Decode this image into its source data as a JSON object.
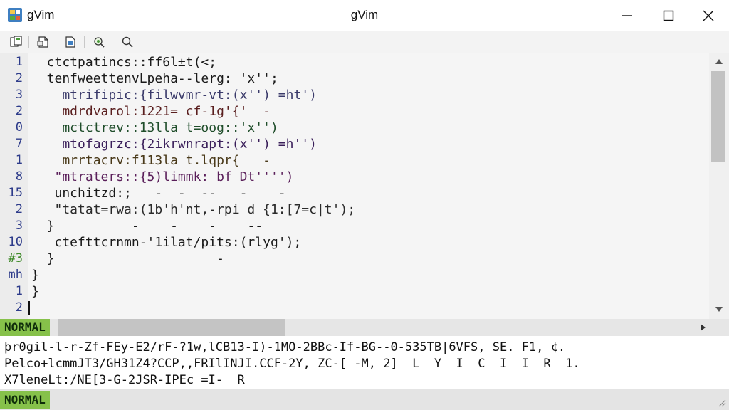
{
  "titlebar": {
    "app_name": "gVim",
    "title": "gVim",
    "icons": [
      "gvim-logo-icon",
      "minimize-icon",
      "maximize-icon",
      "close-icon"
    ]
  },
  "toolbar": {
    "icons": [
      "new-window-icon",
      "open-file-icon",
      "save-file-icon",
      "find-icon",
      "search-icon"
    ]
  },
  "editor": {
    "lines": [
      {
        "num": "1",
        "text": "  ctctpatincs::ff6l±t(<;",
        "color": "#1a1a1a"
      },
      {
        "num": "2",
        "text": "  tenfweettenvLpeha--lerg: 'x'';",
        "color": "#1a1a1a"
      },
      {
        "num": "3",
        "text": "    mtrifipic:{filwvmr-vt:(x'') =ht')",
        "color": "#3a3a6a"
      },
      {
        "num": "2",
        "text": "    mdrdvarol:1221= cf-1g'{'  -",
        "color": "#5a1f1f"
      },
      {
        "num": "0",
        "text": "    mctctrev::13lla t=oog::'x'')",
        "color": "#1f4d2a"
      },
      {
        "num": "7",
        "text": "    mtofagrzc:{2ikrwnrapt:(x'') =h'')",
        "color": "#3a1f5a"
      },
      {
        "num": "1",
        "text": "    mrrtacrv:f113la t.lqpr{   -",
        "color": "#4a3a1a"
      },
      {
        "num": "8",
        "text": "   \"mtraters::{5)limmk: bf Dt'''')",
        "color": "#5a1f5a"
      },
      {
        "num": "15",
        "text": "   unchitzd:;   -  -  --   -    -",
        "color": "#1a1a1a"
      },
      {
        "num": "2",
        "text": "   \"tatat=rwa:(1b'h'nt,-rpi d {1:[7=c|t');",
        "color": "#2a2a2a"
      },
      {
        "num": "3",
        "text": "  }          -    -    -    --",
        "color": "#1a1a1a"
      },
      {
        "num": "10",
        "text": "   ctefttcrnmn-'1ilat/pits:(rlyg');",
        "color": "#1a1a1a"
      },
      {
        "num": "#3",
        "text": "  }                     -",
        "color": "#1a1a1a"
      },
      {
        "num": "mh",
        "text": "}",
        "color": "#1a1a1a"
      },
      {
        "num": "1",
        "text": "}",
        "color": "#1a1a1a"
      },
      {
        "num": "2",
        "text": "",
        "color": "#1a1a1a"
      }
    ]
  },
  "statusbar": {
    "mode": "NORMAL"
  },
  "command_output": [
    "þr0gil-l-r-Zf-FEy-E2/rF-?1w,lCB13-I)-1MO-2BBc-If-BG--0-535TB|6VFS, SE. F1, ¢.",
    "Pelco+lcmmJT3/GH31Z4?CCP,,FRIlINJI.CCF-2Y, ZC-[ -M, 2]  L  Y  I  C  I  I  R  1.",
    "X7leneLt:/NE[3-G-2JSR-IPEc =I-  R"
  ],
  "bottom": {
    "mode": "NORMAL"
  },
  "colors": {
    "mode_green": "#86c14a",
    "line_number_blue": "#2d3b8a",
    "editor_bg": "#f5f5f5"
  }
}
